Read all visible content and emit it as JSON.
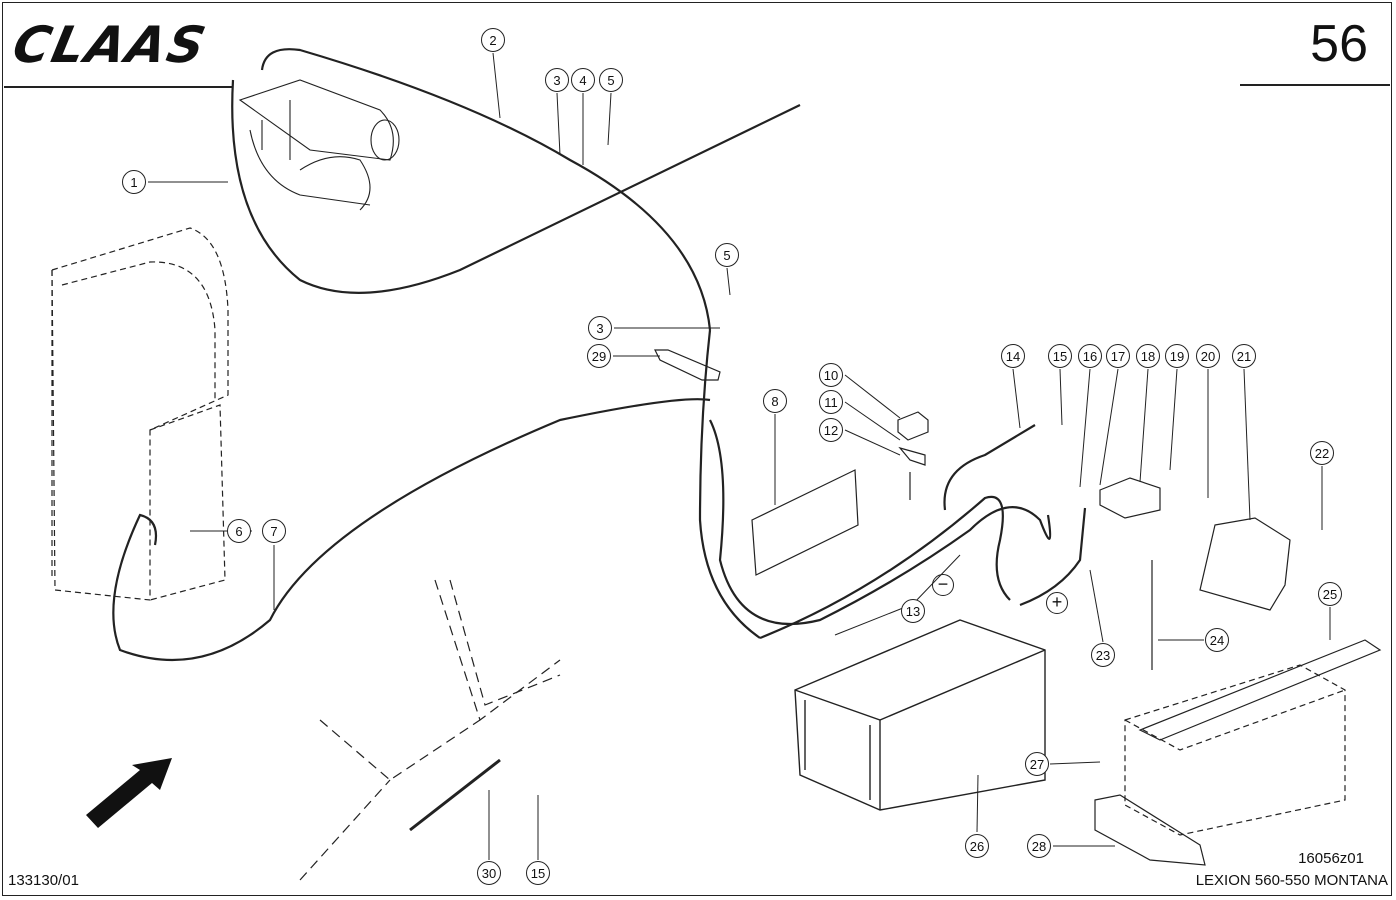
{
  "header": {
    "brand": "CLAAS",
    "page_number": "56"
  },
  "footer": {
    "doc_ref": "133130/01",
    "figure_ref": "16056z01",
    "model": "LEXION 560-550 MONTANA"
  },
  "symbols": {
    "minus": "−",
    "plus": "+"
  },
  "callouts": [
    "1",
    "2",
    "3",
    "4",
    "5",
    "5",
    "3",
    "29",
    "6",
    "7",
    "8",
    "10",
    "11",
    "12",
    "13",
    "14",
    "15",
    "16",
    "17",
    "18",
    "19",
    "20",
    "21",
    "22",
    "23",
    "24",
    "25",
    "26",
    "27",
    "28",
    "30",
    "15"
  ]
}
